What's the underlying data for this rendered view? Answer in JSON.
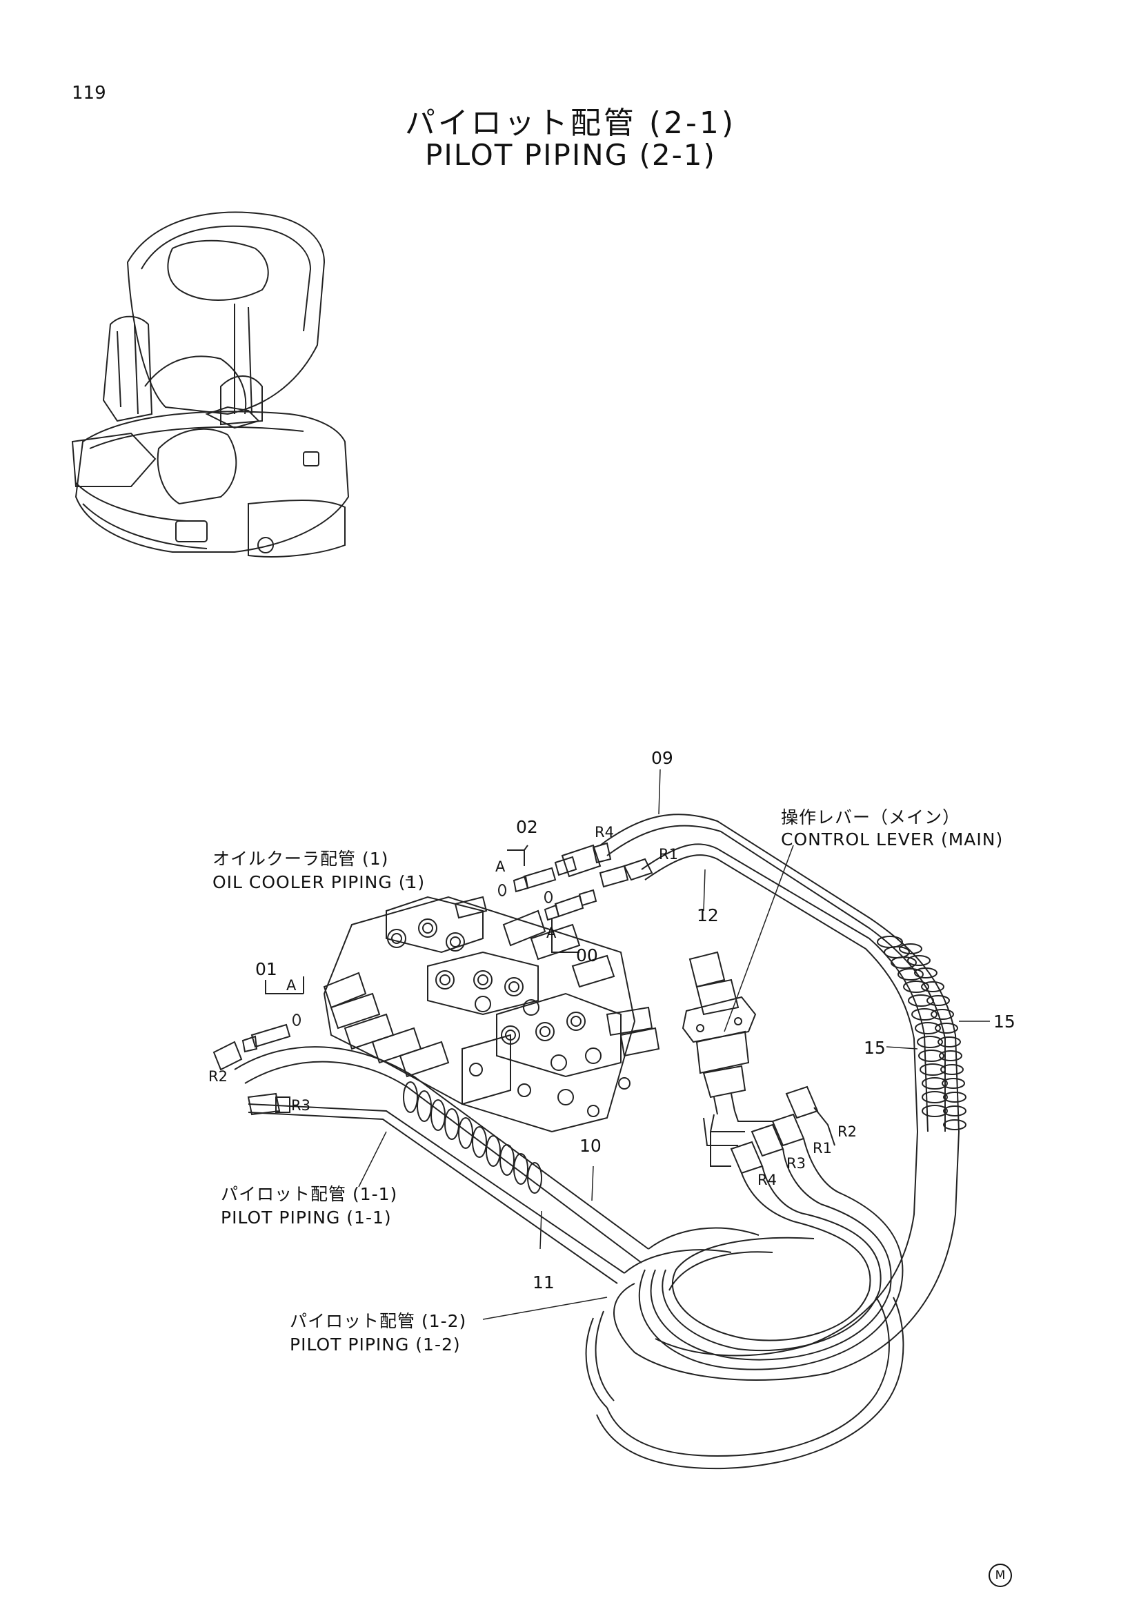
{
  "page_number": "119",
  "title": {
    "jp": "パイロット配管 (2-1)",
    "en": "PILOT PIPING (2-1)"
  },
  "labels": {
    "oil_cooler_jp": "オイルクーラ配管 (1)",
    "oil_cooler_en": "OIL COOLER PIPING (1)",
    "control_lever_jp": "操作レバー（メイン）",
    "control_lever_en": "CONTROL LEVER (MAIN)",
    "pilot_11_jp": "パイロット配管 (1-1)",
    "pilot_11_en": "PILOT PIPING (1-1)",
    "pilot_12_jp": "パイロット配管 (1-2)",
    "pilot_12_en": "PILOT PIPING (1-2)"
  },
  "part_numbers": {
    "p09": "09",
    "p02": "02",
    "p12": "12",
    "p00": "00",
    "p01": "01",
    "p15a": "15",
    "p15b": "15",
    "p10": "10",
    "p11": "11"
  },
  "port_labels": {
    "r4_top": "R4",
    "r1_top": "R1",
    "r2_left": "R2",
    "r3_left": "R3",
    "r2_right": "R2",
    "r1_right": "R1",
    "r3_right": "R3",
    "r4_right": "R4",
    "a1": "A",
    "a2": "A",
    "a3": "A"
  },
  "mark": "M"
}
